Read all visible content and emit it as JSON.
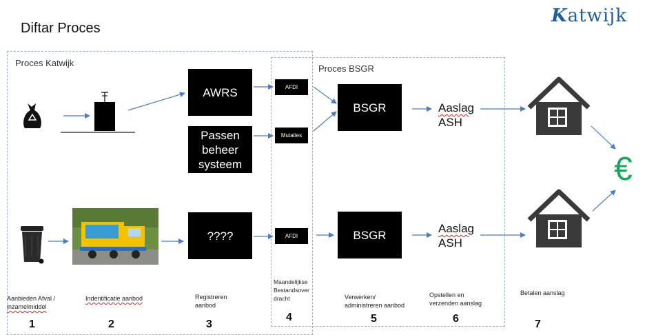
{
  "title": "Diftar Proces",
  "logo": {
    "mark": "K",
    "text": "atwijk"
  },
  "frames": {
    "katwijk": "Proces Katwijk",
    "bsgr": "Proces BSGR"
  },
  "boxes": {
    "awrs": "AWRS",
    "passen": [
      "Passen",
      "beheer",
      "systeem"
    ],
    "unknown": "????",
    "afdi_top": "AFDI",
    "mutaties": "Mutaties",
    "afdi_bottom": "AFDI",
    "bsgr_top": "BSGR",
    "bsgr_bottom": "BSGR"
  },
  "aaslag": {
    "word": "Aaslag",
    "ash": "ASH"
  },
  "euro": "€",
  "captions": {
    "c1": [
      "Aanbieden Afval /",
      "inzamelmiddel"
    ],
    "c2": "Indentificatie aanbod",
    "c3": [
      "Registreren",
      "aanbod"
    ],
    "c4": [
      "Maandelijkse",
      "Bestandsover",
      "dracht"
    ],
    "c5": [
      "Verwerken/",
      "administreren aanbod"
    ],
    "c6": [
      "Opstellen en",
      "verzenden aanslag"
    ],
    "c7": "Betalen aanslag"
  },
  "steps": [
    "1",
    "2",
    "3",
    "4",
    "5",
    "6",
    "7"
  ],
  "colors": {
    "arrow": "#4a7cc9",
    "frame": "#9ab0cc",
    "euro": "#1ba65d",
    "truck": "#f2c200"
  }
}
